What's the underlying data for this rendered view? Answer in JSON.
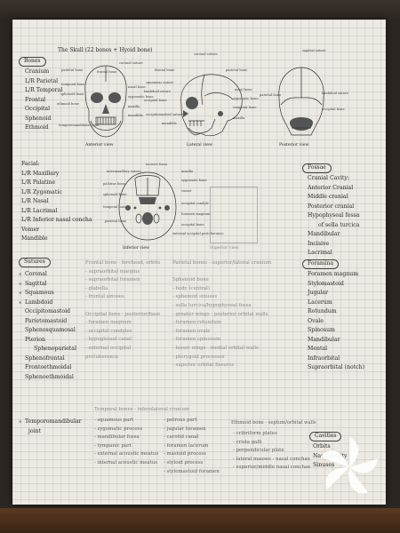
{
  "title": "The Skull (22 bones + Hyoid bone)",
  "cranial": {
    "heading": "Bones",
    "items": [
      "Cranium",
      "L/R Parietal",
      "L/R Temporal",
      "Frontal",
      "Occipital",
      "Sphenoid",
      "Ethmoid"
    ]
  },
  "facial": {
    "items": [
      "Facial:",
      "L/R Maxillary",
      "L/R Palatine",
      "L/R Zygomatic",
      "L/R Nasal",
      "L/R Lacrimal",
      "L/R Inferior nasal concha",
      "Vomer",
      "Mandible"
    ]
  },
  "views": {
    "anterior": "Anterior view",
    "lateral": "Lateral view",
    "posterior": "Posterior view",
    "inferior": "Inferior view",
    "superior": "Superior view"
  },
  "anterior_labels": {
    "parietal": "parietal bone",
    "frontal": "frontal bone",
    "coronal": "coronal suture",
    "temporal": "temporal bone",
    "nasal": "nasal bone",
    "sphenoid": "sphenoid bone",
    "zygomatic": "zygomatic bone",
    "ethmoid": "ethmoid bone",
    "maxilla": "maxilla",
    "mandible": "mandible",
    "tmj": "temporomandibular joint"
  },
  "lateral_labels": {
    "coronal": "coronal suture",
    "frontal": "frontal bone",
    "parietal": "parietal bone",
    "squamous": "squamous suture",
    "lambdoid": "lambdoid suture",
    "occipital": "occipital bone",
    "temporal": "temporal bone",
    "nasal": "nasal bone",
    "occipitomastoid": "occipitomastoid suture",
    "mandible": "mandible",
    "maxilla": "maxilla",
    "zygomatic": "zygomatic bone"
  },
  "posterior_labels": {
    "sagittal": "sagittal suture",
    "parietal": "parietal bone",
    "lambdoid": "lambdoid suture",
    "occipital": "occipital bone"
  },
  "inferior_labels": {
    "incisive": "incisive fossa",
    "intermaxillary": "intermaxillary suture",
    "maxilla": "maxilla",
    "zygomatic": "zygomatic bone",
    "sphenoid": "sphenoid bone",
    "vomer": "vomer",
    "temporal": "temporal bone",
    "occipital_condyle": "occipital condyle",
    "foramen_magnum": "foramen magnum",
    "parietal": "parietal bone",
    "occipital": "occipital bone",
    "palatine": "palatine bone",
    "ext_protuberance": "external occipital protuberance"
  },
  "fossae": {
    "heading": "Fossae",
    "items": [
      "Cranial Cavity:",
      "Anterior Cranial",
      "Middle cranial",
      "Posterior cranial",
      "Hypophyseal fossa",
      "of sella turcica",
      "Mandibular",
      "Incisive",
      "Lacrimal"
    ]
  },
  "foramina": {
    "heading": "Foramina",
    "items": [
      "Foramen magnum",
      "Stylomastoid",
      "Jugular",
      "Lacerum",
      "Rotundum",
      "Ovale",
      "Spinosum",
      "Mandibular",
      "Mental",
      "Infraorbital",
      "Supraorbital (notch)"
    ]
  },
  "cavities": {
    "heading": "Cavities",
    "items": [
      "Orbits",
      "Nasal cavity",
      "Sinuses"
    ]
  },
  "sutures": {
    "heading": "Sutures",
    "items": [
      "Coronal",
      "Sagittal",
      "Squamous",
      "Lambdoid",
      "Occipitomastoid",
      "Parietomastoid",
      "Sphenosquamosal",
      "Pterion",
      "Sphenoparietal",
      "Sphenofrontal",
      "Frontoethmoidal",
      "Sphenoethmoidal"
    ],
    "last": [
      "Temporomandibular",
      "joint"
    ]
  },
  "frontal_col": {
    "items": [
      "Frontal bone - forehead, orbits",
      "- supraorbital margins",
      "- supraorbital foramen",
      "- glabella",
      "- frontal sinuses",
      "",
      "Occipital bone - posterior/base",
      "- foramen magnum",
      "- occipital condyles",
      "- hypoglossal canal",
      "- external occipital",
      "  protuberance"
    ]
  },
  "parietal_col": {
    "items": [
      "Parietal bones - superior/lateral cranium",
      "",
      "Sphenoid bone",
      "- body (central)",
      "  - sphenoid sinuses",
      "  - sella turcica/hypophyseal fossa",
      "- greater wings - posterior orbital walls",
      "  - foramen rotundum",
      "  - foramen ovale",
      "  - foramen spinosum",
      "- lesser wings - medial orbital walls",
      "- pterygoid processes",
      "  - superior orbital fissures"
    ]
  },
  "temporal": {
    "heading": "Temporal bones - inferolateral cranium",
    "left": [
      "- squamous part",
      "  - zygomatic process",
      "  - mandibular fossa",
      "- tympanic part",
      "  - external acoustic meatus",
      "- internal acoustic meatus"
    ],
    "mid": [
      "- petrous part",
      "  - jugular foramen",
      "  - carotid canal",
      "  - foramen lacerum",
      "- mastoid process",
      "- styloid process",
      "- stylomastoid foramen"
    ]
  },
  "ethmoid": {
    "heading": "Ethmoid bone - septum/orbital walls",
    "items": [
      "- cribriform plates",
      "- crista galli",
      "- perpendicular plate",
      "- lateral masses - nasal conchae",
      "- superior/middle nasal conchae"
    ]
  }
}
